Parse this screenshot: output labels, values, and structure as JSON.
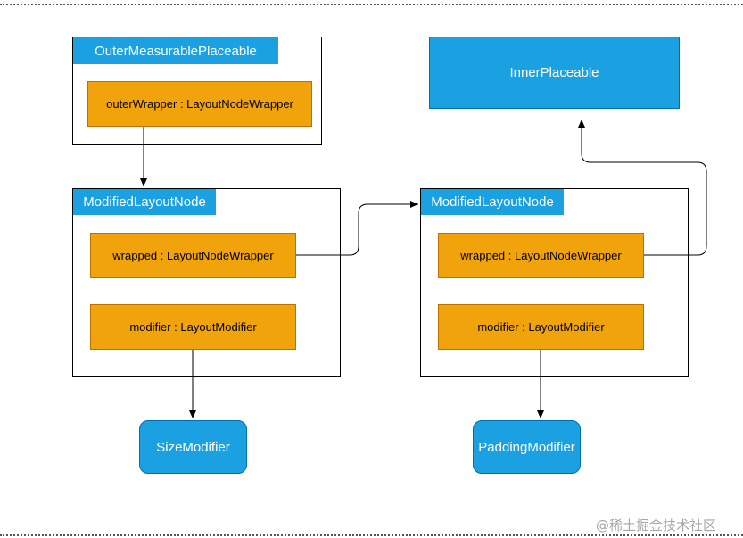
{
  "outer": {
    "title": "OuterMeasurablePlaceable",
    "field": "outerWrapper : LayoutNodeWrapper"
  },
  "inner_placeable": "InnerPlaceable",
  "left_node": {
    "title": "ModifiedLayoutNode",
    "wrapped": "wrapped : LayoutNodeWrapper",
    "modifier": "modifier : LayoutModifier"
  },
  "right_node": {
    "title": "ModifiedLayoutNode",
    "wrapped": "wrapped : LayoutNodeWrapper",
    "modifier": "modifier : LayoutModifier"
  },
  "size_modifier": "SizeModifier",
  "padding_modifier": "PaddingModifier",
  "watermark": "@稀土掘金技术社区",
  "colors": {
    "blue": "#1ba1e2",
    "orange": "#f0a30a",
    "line": "#000000"
  }
}
